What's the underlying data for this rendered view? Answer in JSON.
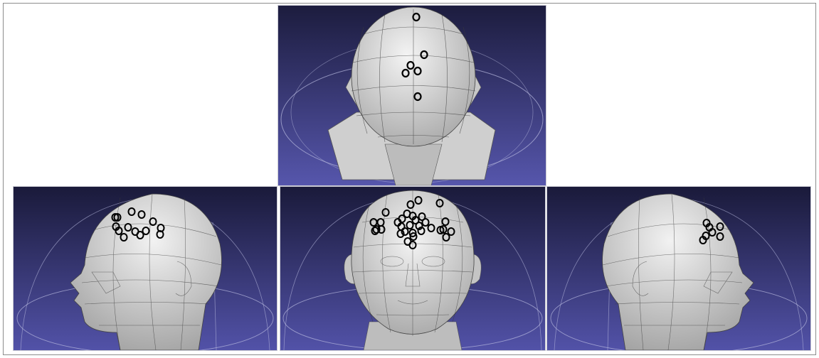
{
  "figure": {
    "panels": [
      {
        "id": "top",
        "view": "top",
        "marker_count": 6
      },
      {
        "id": "left",
        "view": "left-profile",
        "marker_count": 14
      },
      {
        "id": "front",
        "view": "front",
        "marker_count": 32
      },
      {
        "id": "right",
        "view": "right-profile",
        "marker_count": 7
      }
    ],
    "colors": {
      "background_top": "#1a1a3a",
      "background_bottom": "#5555aa",
      "head_surface": "#d9d9d9",
      "wireframe": "#3a3a3a",
      "marker": "#000000",
      "guide_circle": "#b9bbe0"
    },
    "marker_symbol": "O"
  }
}
